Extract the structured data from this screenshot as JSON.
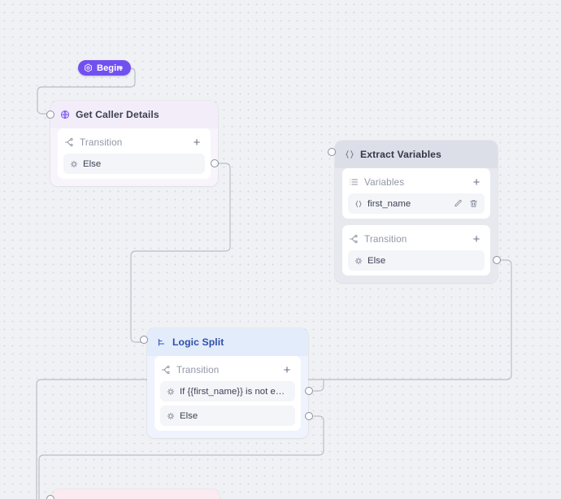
{
  "canvas": {
    "background_color": "#f0f1f4",
    "dot_color": "#d7d9e0"
  },
  "begin_node": {
    "label": "Begin",
    "icon": "target-icon",
    "color": "#7250f0",
    "text_color": "#ffffff"
  },
  "nodes": [
    {
      "id": "get-caller-details",
      "title": "Get Caller Details",
      "icon": "globe-icon",
      "header_color": "#f3edfa",
      "body_color": "#f8f4fc",
      "panels": [
        {
          "title": "Transition",
          "icon": "transition-icon",
          "add_label": "+",
          "rows": [
            {
              "label": "Else",
              "icon": "sparkle-icon"
            }
          ]
        }
      ]
    },
    {
      "id": "extract-variables",
      "title": "Extract Variables",
      "icon": "braces-icon",
      "header_color": "#dcdfe7",
      "body_color": "#e7e9ef",
      "panels": [
        {
          "title": "Variables",
          "icon": "list-icon",
          "add_label": "+",
          "rows": [
            {
              "label": "first_name",
              "icon": "braces-icon",
              "actions": [
                "edit-icon",
                "delete-icon"
              ]
            }
          ]
        },
        {
          "title": "Transition",
          "icon": "transition-icon",
          "add_label": "+",
          "rows": [
            {
              "label": "Else",
              "icon": "sparkle-icon"
            }
          ]
        }
      ]
    },
    {
      "id": "logic-split",
      "title": "Logic Split",
      "icon": "split-icon",
      "header_color": "#e3ecfb",
      "body_color": "#eef3fd",
      "panels": [
        {
          "title": "Transition",
          "icon": "transition-icon",
          "add_label": "+",
          "rows": [
            {
              "label": "If {{first_name}} is not empty",
              "icon": "sparkle-icon"
            },
            {
              "label": "Else",
              "icon": "sparkle-icon"
            }
          ]
        }
      ]
    },
    {
      "id": "bottom-node-partial",
      "title": "",
      "header_color": "#fbeaf0"
    }
  ],
  "edge_color": "#b9bcc7"
}
